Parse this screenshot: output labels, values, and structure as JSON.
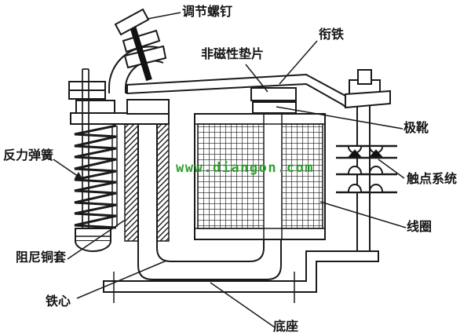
{
  "diagram": {
    "type": "electromagnetic-relay-structure-diagram",
    "labels": {
      "adjustment_screw": "调节螺钉",
      "nonmagnetic_shim": "非磁性垫片",
      "armature": "衔铁",
      "pole_shoe": "极靴",
      "contact_system": "触点系统",
      "coil": "线圈",
      "reaction_spring": "反力弹簧",
      "damping_copper_sleeve": "阻尼铜套",
      "iron_core": "铁心",
      "base": "底座"
    },
    "watermark": "www.diangon.com",
    "colors": {
      "line": "#1a1a1a",
      "watermark": "#2fa12f",
      "background": "#ffffff"
    }
  }
}
